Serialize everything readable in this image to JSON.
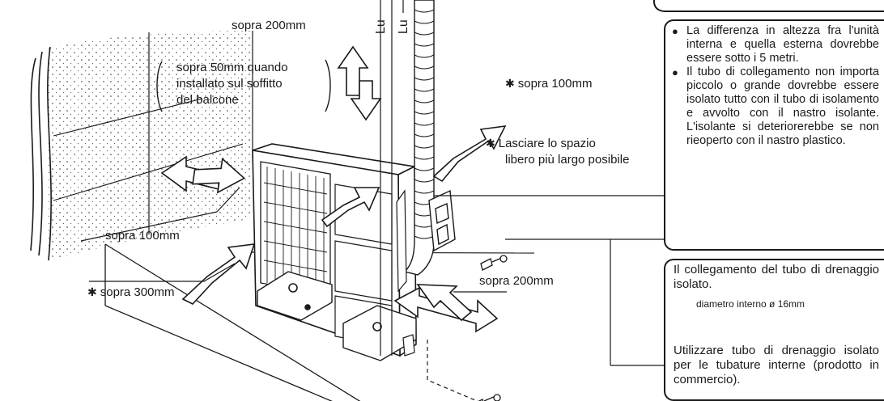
{
  "labels": {
    "above_top": "sopra 200mm",
    "balcony": [
      "sopra 50mm quando",
      "installato sul soffitto",
      "del balcone"
    ],
    "back_right": "sopra 100mm",
    "leave_space": [
      "Lasciare lo spazio",
      "libero più largo posibile"
    ],
    "left": "sopra 100mm",
    "front": "sopra 300mm",
    "bottom_right": "sopra 200mm",
    "star_symbol": "✱",
    "pipe_vertical_1": "Lu",
    "pipe_vertical_2": "Lu"
  },
  "note_upper": {
    "items": [
      "La differenza in altezza fra l'unità interna e quella esterna dovrebbe essere sotto i 5 metri.",
      "Il tubo di collegamento non importa piccolo o grande dovrebbe essere isolato tutto con il tubo di isolamento e avvolto con il nastro isolante. L'isolante si deteriorerebbe se non rieoperto con il nastro plastico."
    ]
  },
  "note_lower": {
    "heading": "Il collegamento del tubo di drenaggio isolato.",
    "diameter": "diametro interno ø 16mm",
    "footer": "Utilizzare tubo di drenaggio isolato per le tubature interne (prodotto in commercio)."
  }
}
